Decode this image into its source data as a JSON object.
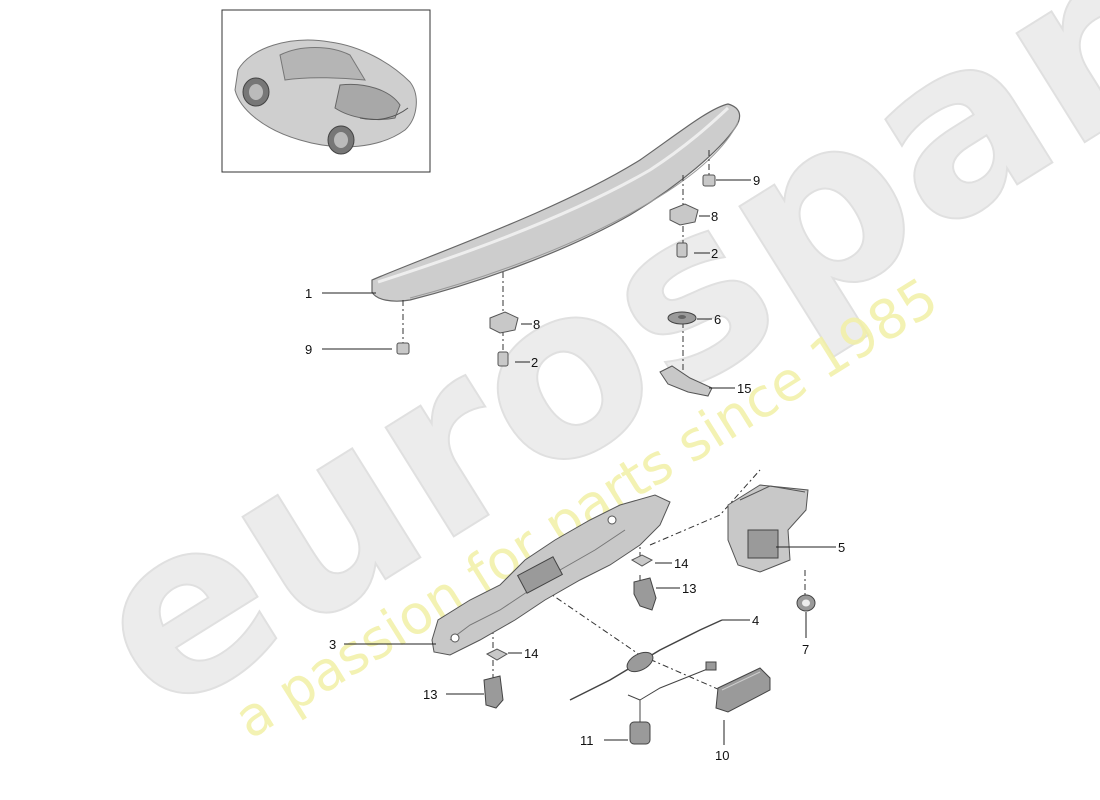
{
  "watermark": {
    "brand": "eurospares",
    "slogan": "a passion for parts since 1985"
  },
  "callouts": [
    {
      "id": "c1a",
      "text": "1"
    },
    {
      "id": "c2a",
      "text": "2"
    },
    {
      "id": "c2b",
      "text": "2"
    },
    {
      "id": "c3",
      "text": "3"
    },
    {
      "id": "c4",
      "text": "4"
    },
    {
      "id": "c5",
      "text": "5"
    },
    {
      "id": "c6",
      "text": "6"
    },
    {
      "id": "c7",
      "text": "7"
    },
    {
      "id": "c8a",
      "text": "8"
    },
    {
      "id": "c8b",
      "text": "8"
    },
    {
      "id": "c9a",
      "text": "9"
    },
    {
      "id": "c9b",
      "text": "9"
    },
    {
      "id": "c10",
      "text": "10"
    },
    {
      "id": "c11",
      "text": "11"
    },
    {
      "id": "c13a",
      "text": "13"
    },
    {
      "id": "c13b",
      "text": "13"
    },
    {
      "id": "c14a",
      "text": "14"
    },
    {
      "id": "c14b",
      "text": "14"
    },
    {
      "id": "c15",
      "text": "15"
    }
  ]
}
